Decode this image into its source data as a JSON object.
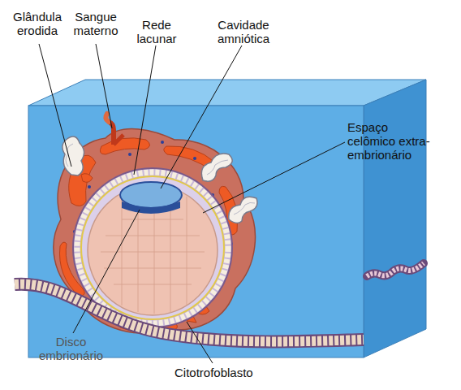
{
  "diagram": {
    "labels": [
      "Glândula erodida",
      "Sangue materno",
      "Rede lacunar",
      "Cavidade amniótica",
      "Espaço celômico extra-embrionário",
      "Disco embrionário",
      "Citotrofoblasto"
    ]
  }
}
